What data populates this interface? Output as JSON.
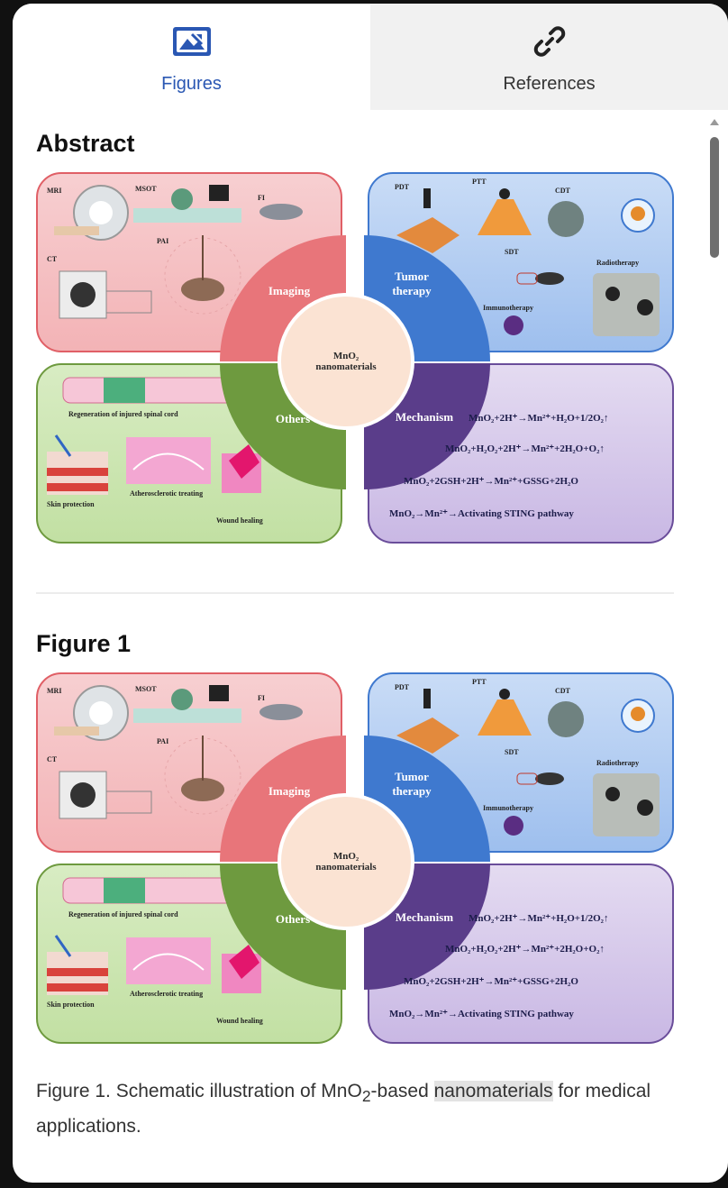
{
  "tabs": [
    {
      "label": "Figures",
      "icon": "image-gallery-icon",
      "active": true
    },
    {
      "label": "References",
      "icon": "link-icon",
      "active": false
    }
  ],
  "sections": [
    {
      "title": "Abstract"
    },
    {
      "title": "Figure 1"
    }
  ],
  "figure": {
    "center_line1": "MnO₂",
    "center_line2": "nanomaterials",
    "quadrants": {
      "imaging": {
        "label": "Imaging",
        "items": [
          "MRI",
          "MSOT",
          "FI",
          "CT",
          "PAI"
        ]
      },
      "tumor": {
        "label_line1": "Tumor",
        "label_line2": "therapy",
        "items": [
          "PDT",
          "PTT",
          "CDT",
          "SDT",
          "Radiotherapy",
          "Immunotherapy"
        ]
      },
      "others": {
        "label": "Others",
        "items": [
          "Regeneration of injured spinal cord",
          "Skin protection",
          "Atherosclerotic treating",
          "Wound healing"
        ]
      },
      "mechanism": {
        "label": "Mechanism",
        "equations": [
          "MnO₂+2H⁺→Mn²⁺+H₂O+1/2O₂↑",
          "MnO₂+H₂O₂+2H⁺→Mn²⁺+2H₂O+O₂↑",
          "MnO₂+2GSH+2H⁺→Mn²⁺+GSSG+2H₂O",
          "MnO₂→Mn²⁺→Activating STING pathway"
        ]
      }
    }
  },
  "caption": {
    "prefix": "Figure 1. Schematic illustration of MnO",
    "subscript": "2",
    "middle": "-based ",
    "highlighted": "nanomaterials",
    "suffix": " for medical applications."
  },
  "colors": {
    "accent": "#2a57b3",
    "imaging": "#e8757a",
    "tumor": "#3f79cf",
    "others": "#6e9a3f",
    "mechanism": "#5a3d8a",
    "center": "#fbe3d3"
  }
}
